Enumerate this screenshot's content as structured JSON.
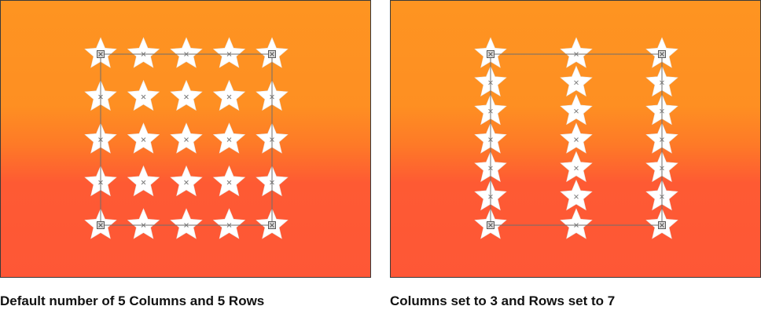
{
  "panels": [
    {
      "caption": "Default number of 5 Columns and 5 Rows",
      "columns": 5,
      "rows": 5
    },
    {
      "caption": "Columns set to 3 and Rows set to 7",
      "columns": 3,
      "rows": 7
    }
  ],
  "colors": {
    "background_top": "#fe9421",
    "background_bottom": "#fe5736",
    "star_fill": "#ffffff",
    "bounding_box": "#6e6e6e",
    "handle": "#5a5a5a",
    "caption_text": "#111111"
  },
  "icons": {
    "shape": "star-icon",
    "center_marker": "x-icon",
    "corner_handle": "square-handle-icon"
  }
}
